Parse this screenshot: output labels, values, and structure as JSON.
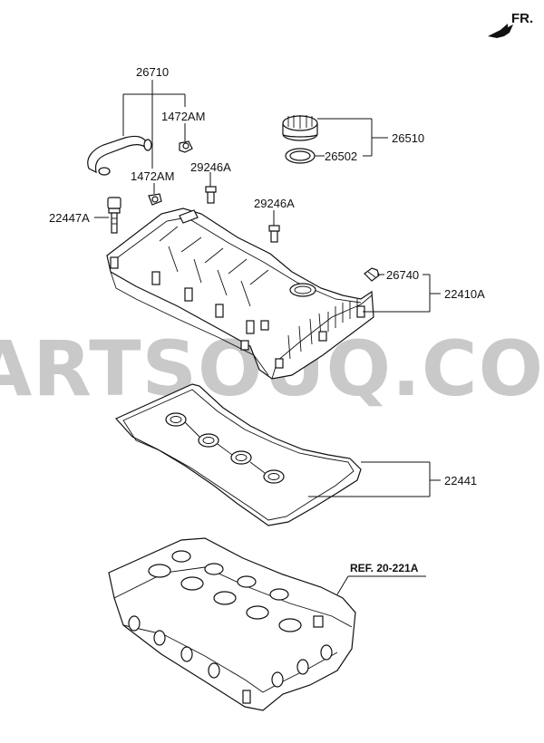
{
  "orientation_label": "FR.",
  "watermark": "PARTSOUQ.COM",
  "reference_label": "REF. 20-221A",
  "parts": {
    "breather_hose": "26710",
    "clamp_upper": "1472AM",
    "clamp_lower": "1472AM",
    "pcv_valve_left": "29246A",
    "pcv_valve_right": "29246A",
    "bolt": "22447A",
    "oil_filler_cap": "26510",
    "cap_gasket": "26502",
    "sensor": "26740",
    "rocker_cover": "22410A",
    "cover_gasket": "22441"
  }
}
